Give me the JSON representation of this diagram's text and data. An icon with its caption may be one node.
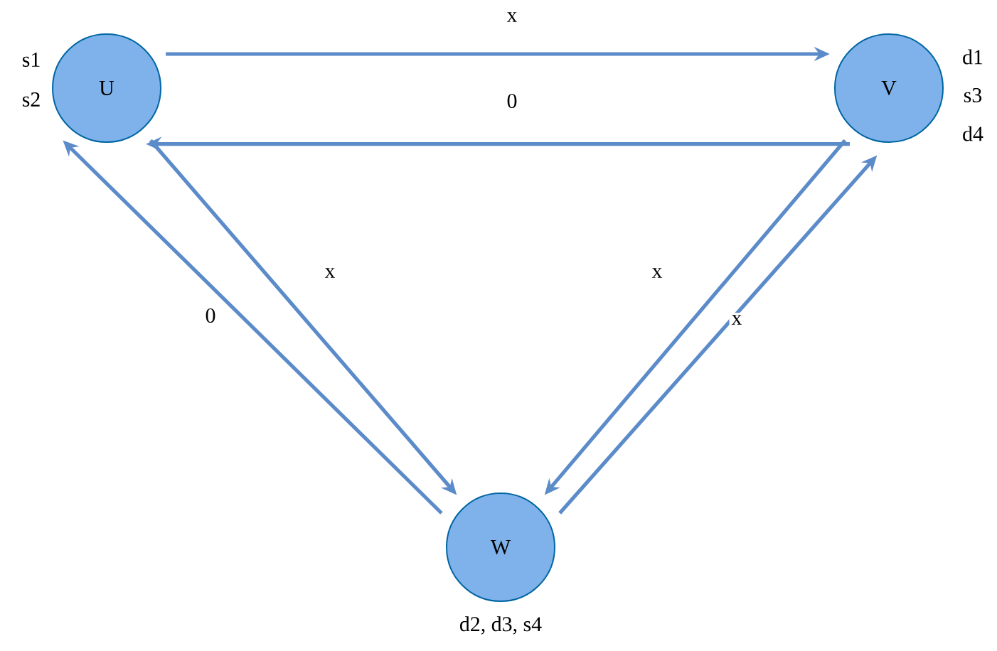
{
  "diagram": {
    "nodes": [
      {
        "text": [
          "U"
        ],
        "beside": [
          "s1",
          "s2"
        ]
      },
      {
        "text": [
          "V"
        ],
        "beside": [
          "d1",
          "s3",
          "d4"
        ]
      },
      {
        "text": [
          "W"
        ],
        "beside": [
          "d2, d3, s4"
        ]
      }
    ],
    "edges": [
      {
        "from": 0,
        "to": 1,
        "arrow": "to",
        "label": "x"
      },
      {
        "from": 1,
        "to": 0,
        "arrow": "to",
        "label": "0"
      },
      {
        "from": 0,
        "to": 2,
        "arrow": "to",
        "label": "x"
      },
      {
        "from": 2,
        "to": 0,
        "arrow": "to",
        "label": "0"
      },
      {
        "from": 1,
        "to": 2,
        "arrow": "to",
        "label": "x"
      },
      {
        "from": 2,
        "to": 1,
        "arrow": "to",
        "label": "x"
      }
    ]
  }
}
